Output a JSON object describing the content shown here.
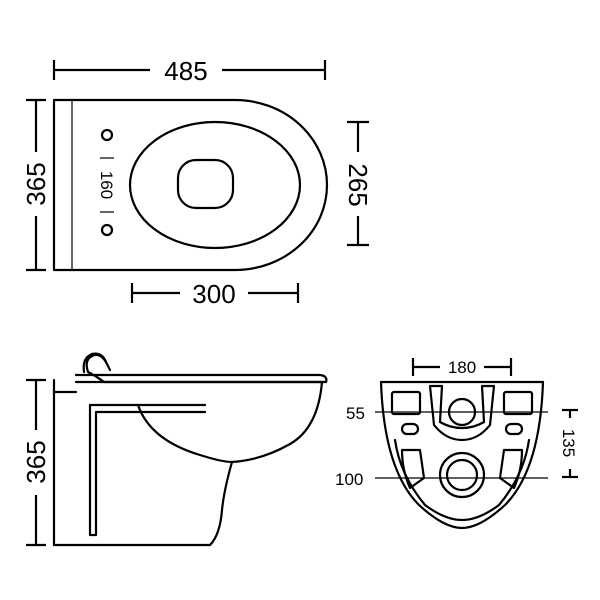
{
  "top_view": {
    "width_label": "485",
    "depth_label": "365",
    "bowl_depth_label": "265",
    "mount_offset_label": "300",
    "hole_spacing_label": "160"
  },
  "side_view": {
    "height_label": "365"
  },
  "rear_view": {
    "hole_spacing_label": "180",
    "inlet_label": "55",
    "outlet_label": "100",
    "offset_label": "135"
  }
}
